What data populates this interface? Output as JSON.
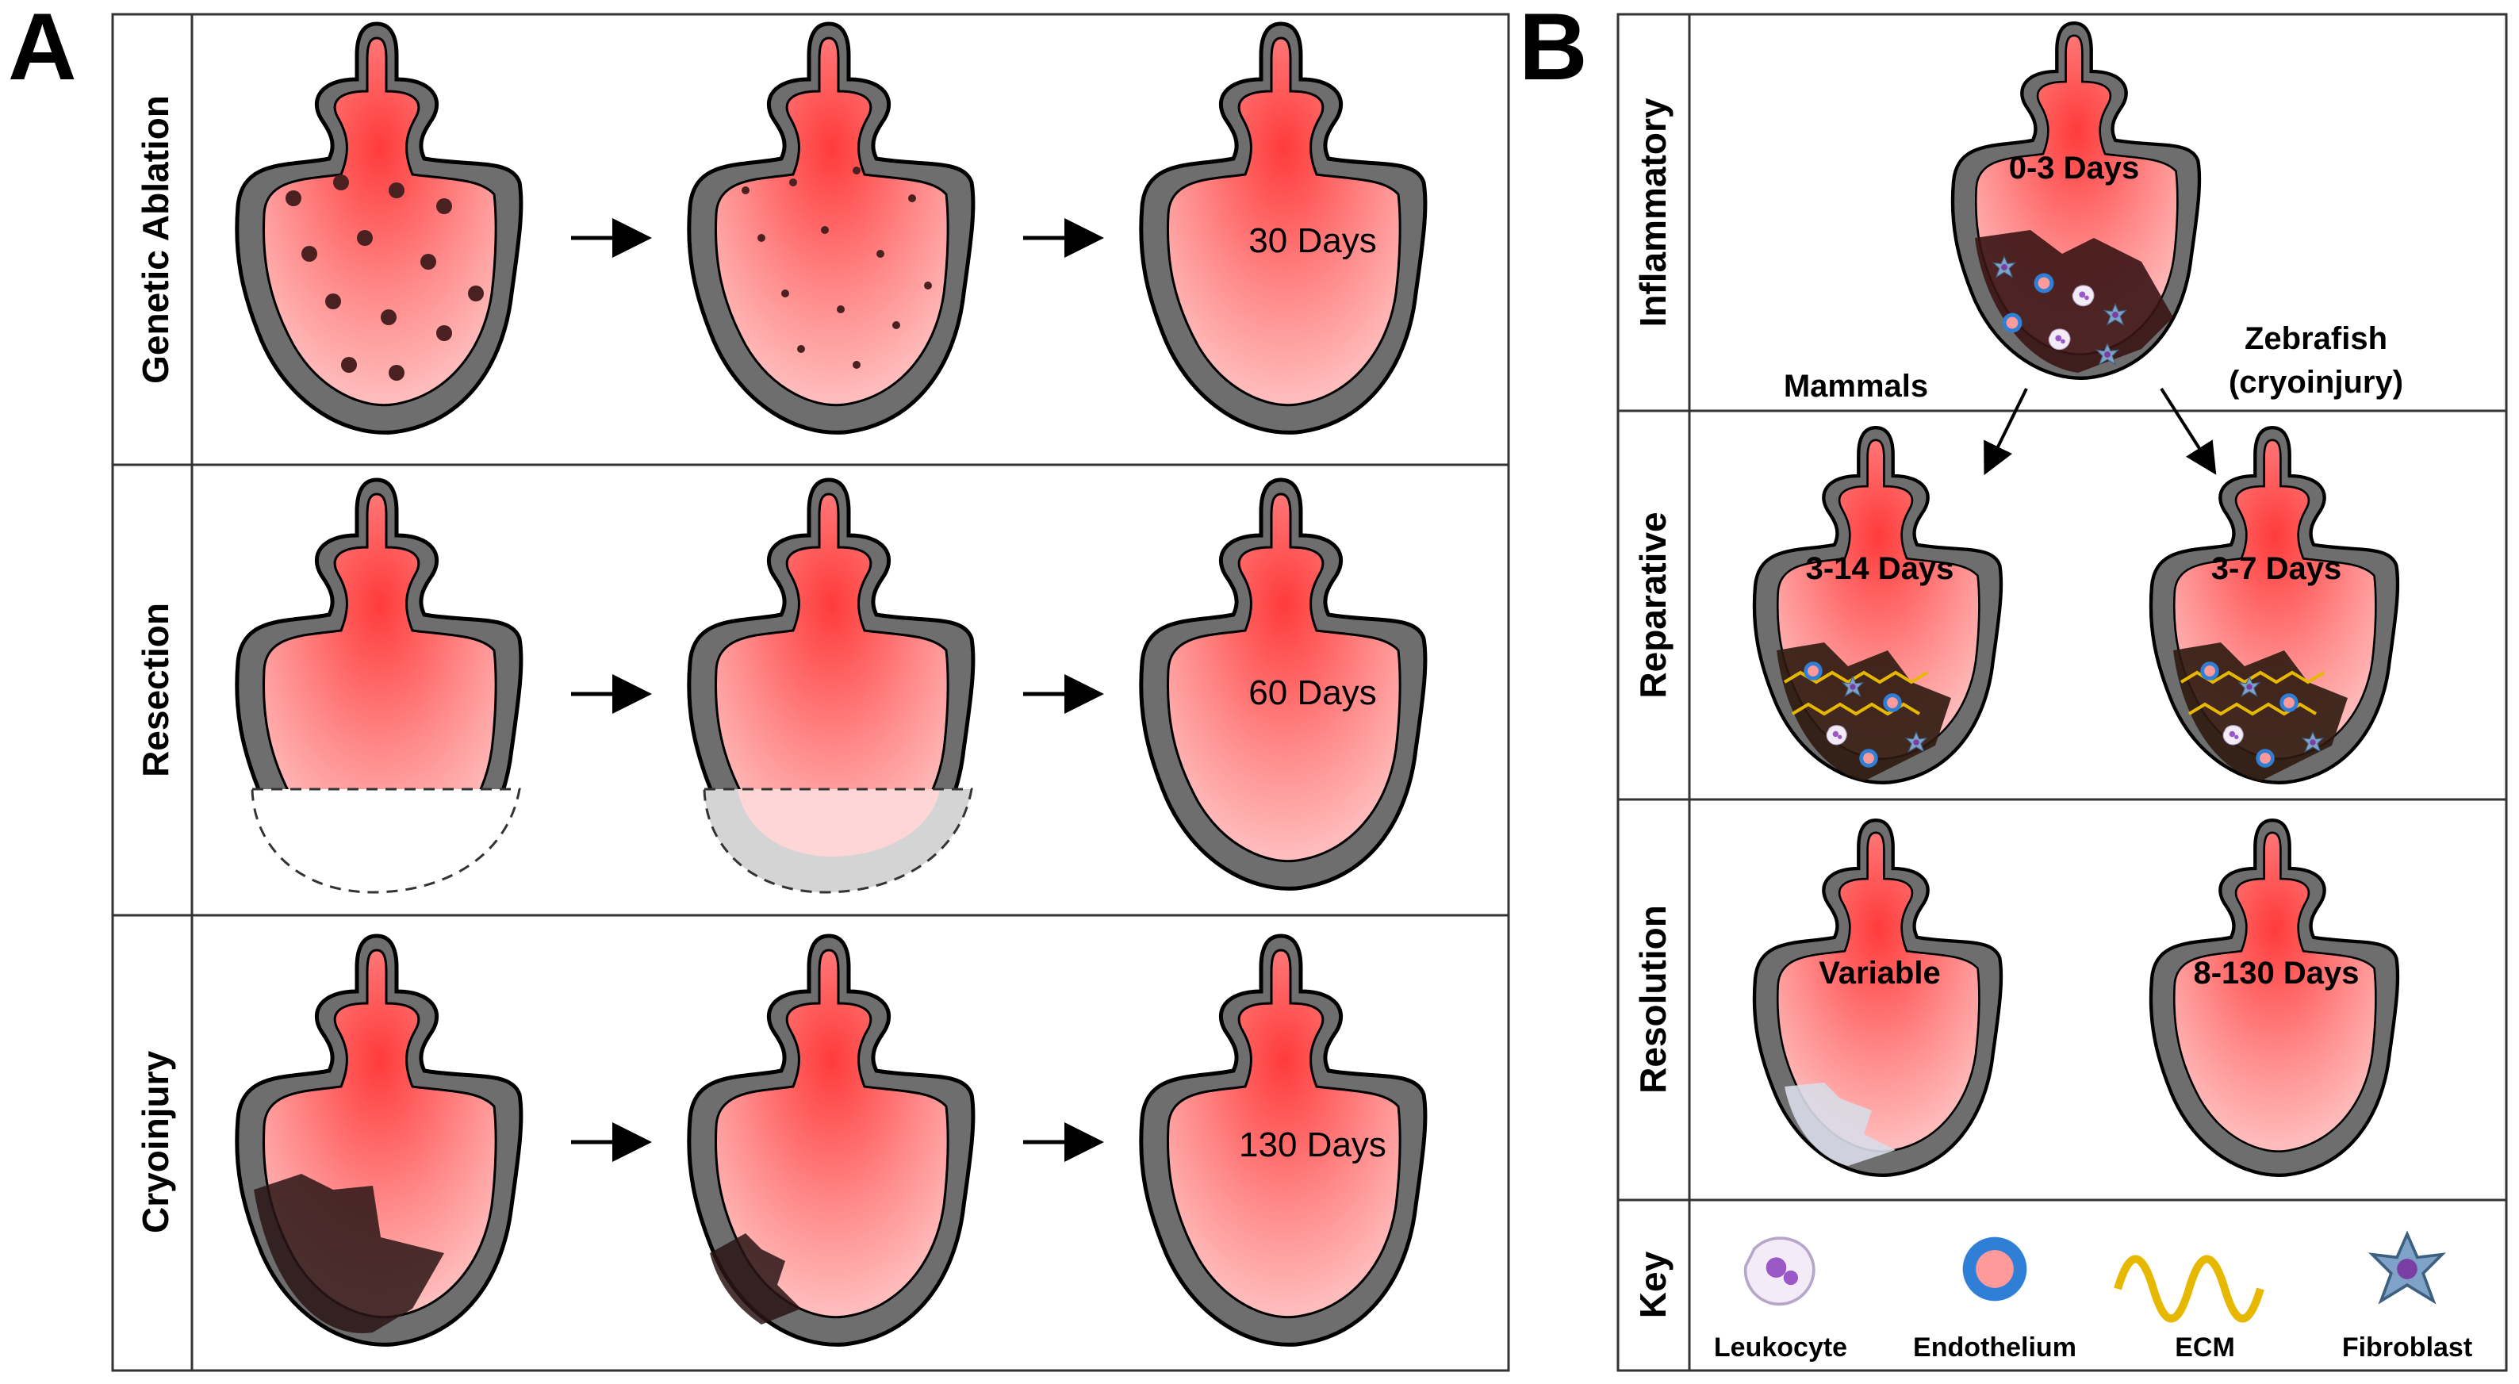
{
  "panel_a": {
    "letter": "A",
    "rows": [
      {
        "label": "Genetic Ablation",
        "final_time": "30 Days"
      },
      {
        "label": "Resection",
        "final_time": "60 Days"
      },
      {
        "label": "Cryoinjury",
        "final_time": "130 Days"
      }
    ]
  },
  "panel_b": {
    "letter": "B",
    "rows": [
      {
        "label": "Inflammatory"
      },
      {
        "label": "Reparative"
      },
      {
        "label": "Resolution"
      },
      {
        "label": "Key"
      }
    ],
    "inflammatory_time": "0-3 Days",
    "branch_left": "Mammals",
    "branch_right_line1": "Zebrafish",
    "branch_right_line2": "(cryoinjury)",
    "reparative_left_time": "3-14 Days",
    "reparative_right_time": "3-7 Days",
    "resolution_left_time": "Variable",
    "resolution_right_time": "8-130 Days",
    "key_items": [
      "Leukocyte",
      "Endothelium",
      "ECM",
      "Fibroblast"
    ]
  },
  "colors": {
    "myocardium": "#ff3b3b",
    "epicardium": "#6e6e6e",
    "scar": "#3a1414",
    "ecm": "#e6b800",
    "endothelium": "#2f7fd6",
    "fibroblast": "#7fa3c8"
  }
}
